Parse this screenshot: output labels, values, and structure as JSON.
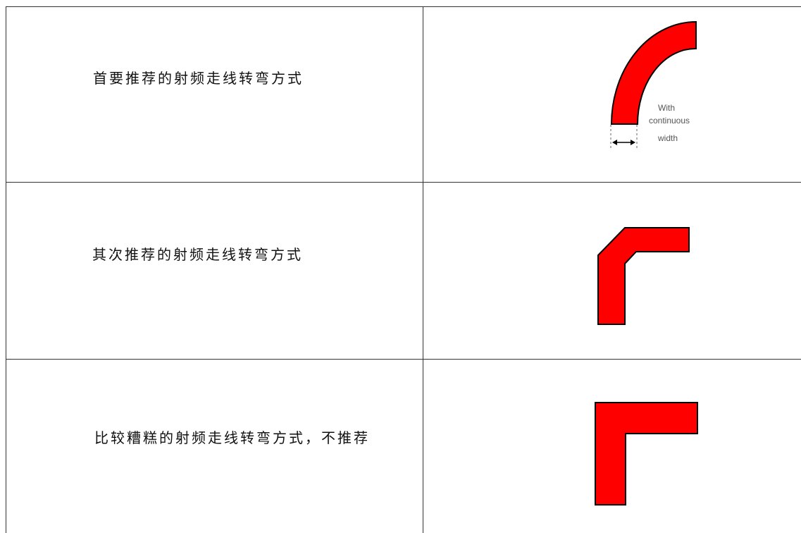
{
  "table": {
    "rows": [
      {
        "label": "首要推荐的射频走线转弯方式",
        "illustration": "curved-bend-icon"
      },
      {
        "label": "其次推荐的射频走线转弯方式",
        "illustration": "chamfered-bend-icon"
      },
      {
        "label": "比较糟糕的射频走线转弯方式，不推荐",
        "illustration": "right-angle-bend-icon"
      }
    ],
    "annotation_lines": [
      "With",
      "continuous",
      "width"
    ]
  },
  "colors": {
    "trace_fill": "#ff0000",
    "trace_stroke": "#000000",
    "grid_line": "#333333"
  }
}
